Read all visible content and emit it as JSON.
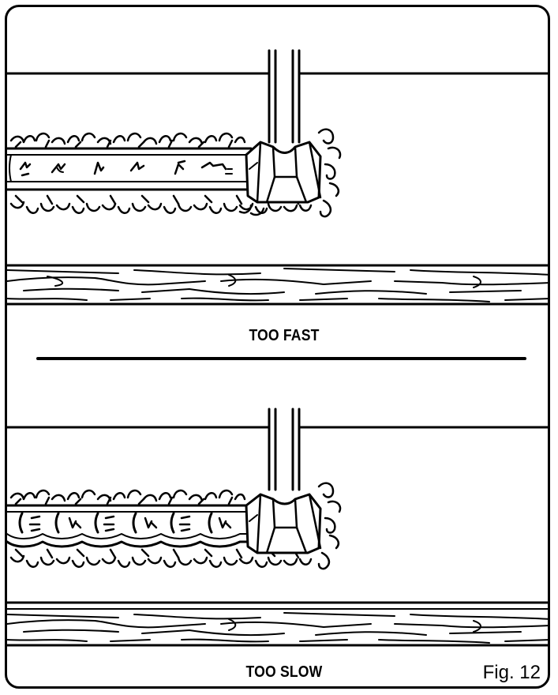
{
  "panels": [
    {
      "caption": "TOO FAST"
    },
    {
      "caption": "TOO SLOW"
    }
  ],
  "figure_label": "Fig. 12"
}
